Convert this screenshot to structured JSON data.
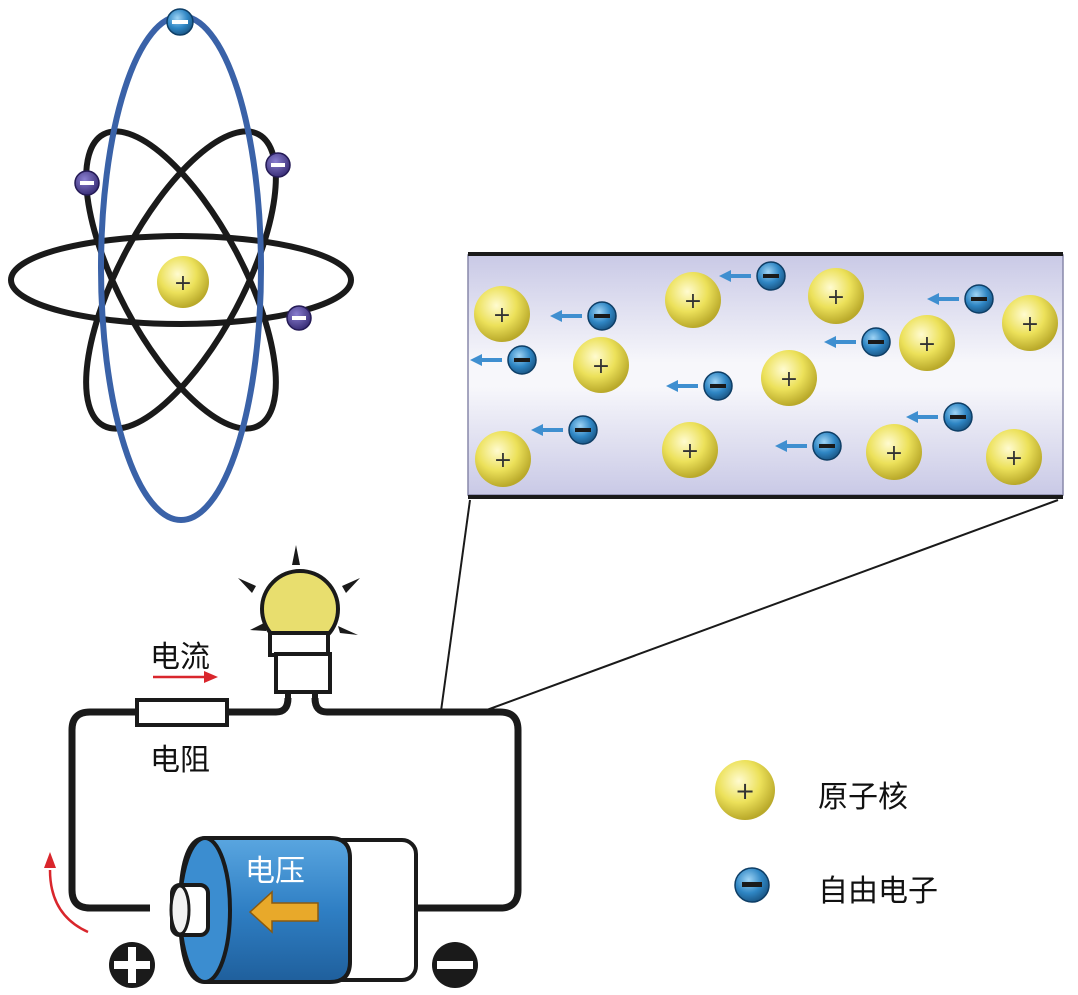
{
  "labels": {
    "current": "电流",
    "resistor": "电阻",
    "voltage": "电压"
  },
  "legend": {
    "nucleus": {
      "label": "原子核",
      "symbol": "+"
    },
    "free_electron": {
      "label": "自由电子",
      "symbol": "−"
    }
  },
  "colors": {
    "orbit_black": "#1a1a1a",
    "orbit_blue": "#3a62a8",
    "nucleus_fill": "#e8de55",
    "electron_fill": "#2f86c4",
    "atom_electron_fill": "#4a3c8c",
    "drift_arrow": "#3f8fd0",
    "current_arrow": "#d9262c",
    "battery_blue": "#2f7fc4",
    "battery_arrow": "#e8a92a",
    "wire_bg_light": "#f4f4f8",
    "wire_bg_dark": "#c9c9e6"
  }
}
